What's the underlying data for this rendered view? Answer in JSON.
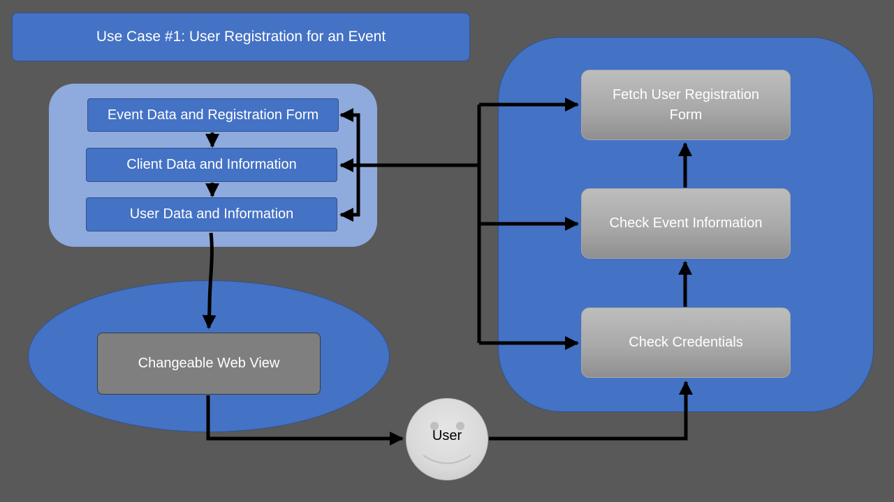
{
  "title": "Use Case #1: User Registration for an Event",
  "left_group": {
    "event_form": "Event Data and Registration Form",
    "client_data": "Client Data and Information",
    "user_data": "User Data and Information"
  },
  "web_view": "Changeable Web View",
  "user": "User",
  "right_group": {
    "fetch_form": "Fetch User Registration Form",
    "check_event": "Check Event Information",
    "check_credentials": "Check Credentials"
  },
  "colors": {
    "background": "#595959",
    "blue": "#4472c4",
    "light_blue": "#8faadc",
    "gray_box": "#a9a9a9",
    "arrow": "#000000"
  }
}
